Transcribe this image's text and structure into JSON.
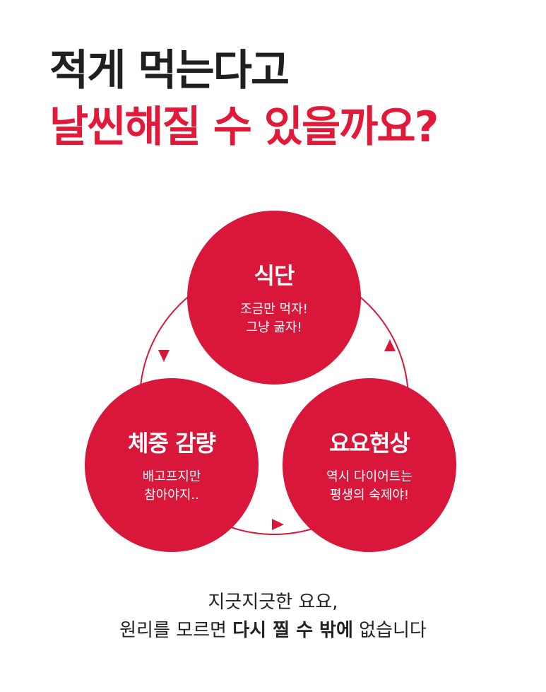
{
  "headline": {
    "line1": "적게 먹는다고",
    "line2": "날씬해질 수 있을까요?"
  },
  "cycle": {
    "nodes": [
      {
        "id": "top",
        "title": "식단",
        "desc1": "조금만 먹자!",
        "desc2": "그냥 굶자!"
      },
      {
        "id": "left",
        "title": "체중 감량",
        "desc1": "배고프지만",
        "desc2": "참아야지.."
      },
      {
        "id": "right",
        "title": "요요현상",
        "desc1": "역시 다이어트는",
        "desc2": "평생의 숙제야!"
      }
    ]
  },
  "footer": {
    "line1": "지긋지긋한 요요,",
    "line2_pre": "원리를 모르면 ",
    "line2_bold": "다시 찔 수 밖에",
    "line2_post": " 없습니다"
  },
  "colors": {
    "accent": "#e11a3a",
    "circle": "#d8173a",
    "text_dark": "#1f1f1f"
  }
}
